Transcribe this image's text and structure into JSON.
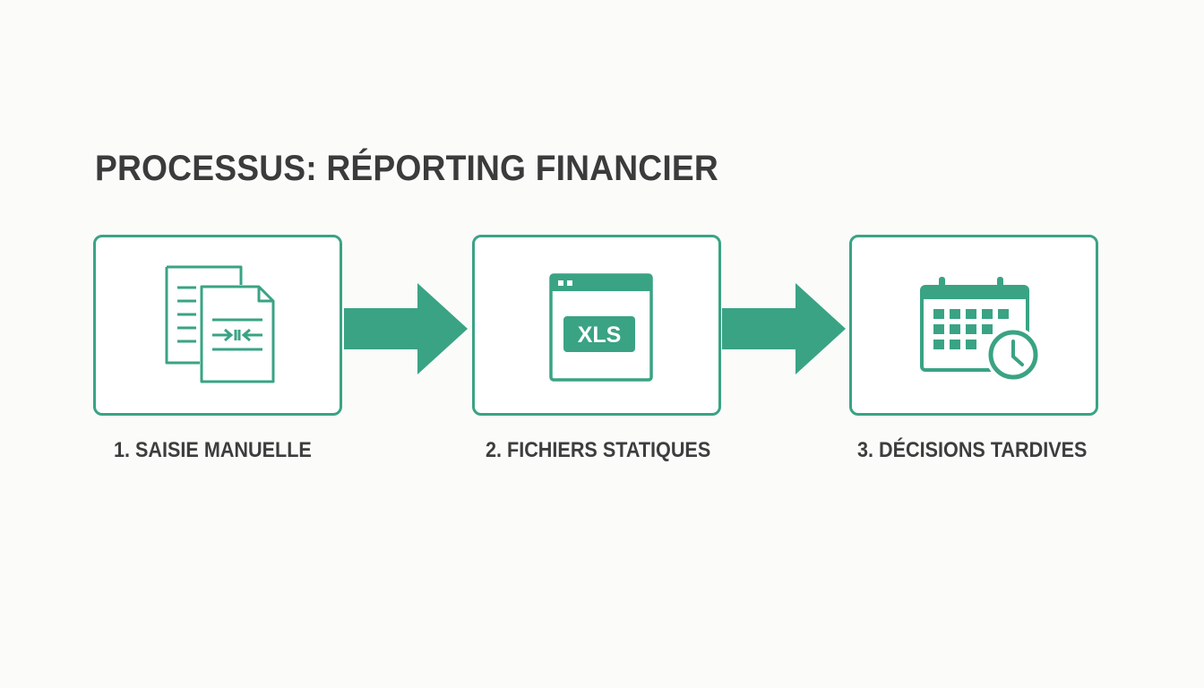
{
  "diagram": {
    "title": "PROCESSUS: RÉPORTING FINANCIER",
    "accent_color": "#3aa384",
    "steps": [
      {
        "label": "1. SAISIE MANUELLE",
        "icon": "documents-compare-icon"
      },
      {
        "label": "2. FICHIERS STATIQUES",
        "icon": "xls-window-icon",
        "icon_text": "XLS"
      },
      {
        "label": "3. DÉCISIONS TARDIVES",
        "icon": "calendar-clock-icon"
      }
    ]
  }
}
